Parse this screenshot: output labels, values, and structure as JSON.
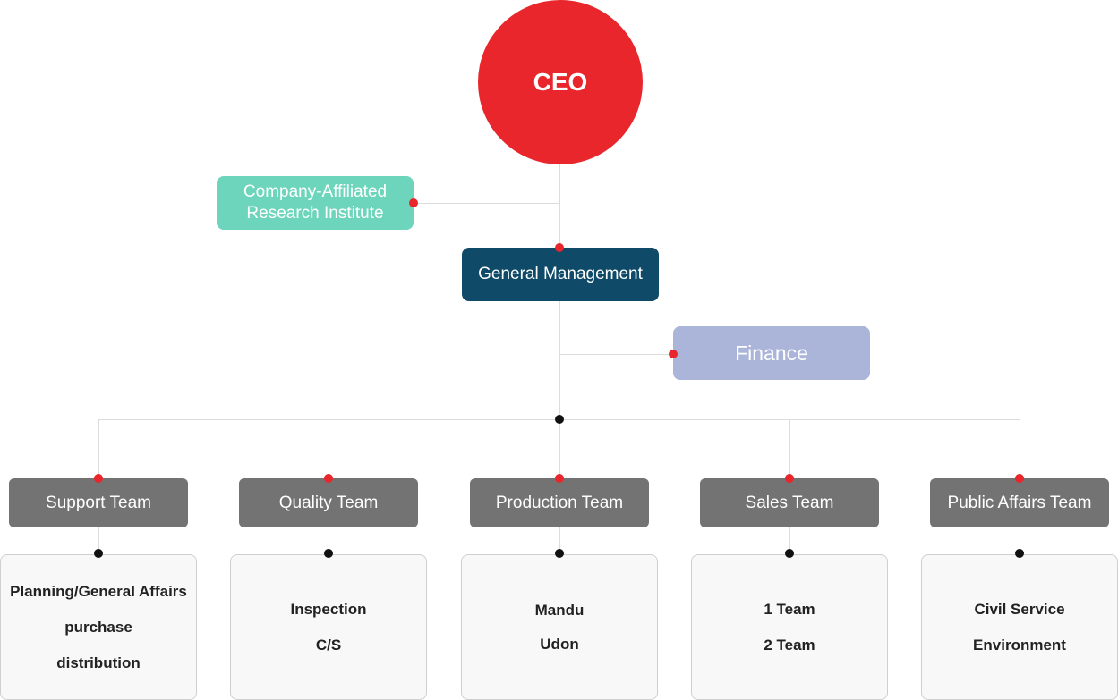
{
  "ceo": {
    "label": "CEO"
  },
  "research": {
    "line1": "Company-Affiliated",
    "line2": "Research Institute"
  },
  "general_management": {
    "label": "General Management"
  },
  "finance": {
    "label": "Finance"
  },
  "teams": [
    {
      "label": "Support Team",
      "items": [
        "Planning/General Affairs",
        "purchase",
        "distribution"
      ]
    },
    {
      "label": "Quality Team",
      "items": [
        "Inspection",
        "C/S"
      ]
    },
    {
      "label": "Production Team",
      "items": [
        "Mandu",
        "Udon"
      ]
    },
    {
      "label": "Sales Team",
      "items": [
        "1 Team",
        "2 Team"
      ]
    },
    {
      "label": "Public Affairs Team",
      "items": [
        "Civil Service",
        "Environment"
      ]
    }
  ],
  "colors": {
    "ceo": "#e8262b",
    "research": "#6dd5bb",
    "general_management": "#0f4a68",
    "finance": "#abb5da",
    "team": "#737373",
    "connector_red": "#e8262b",
    "connector_black": "#111111"
  }
}
